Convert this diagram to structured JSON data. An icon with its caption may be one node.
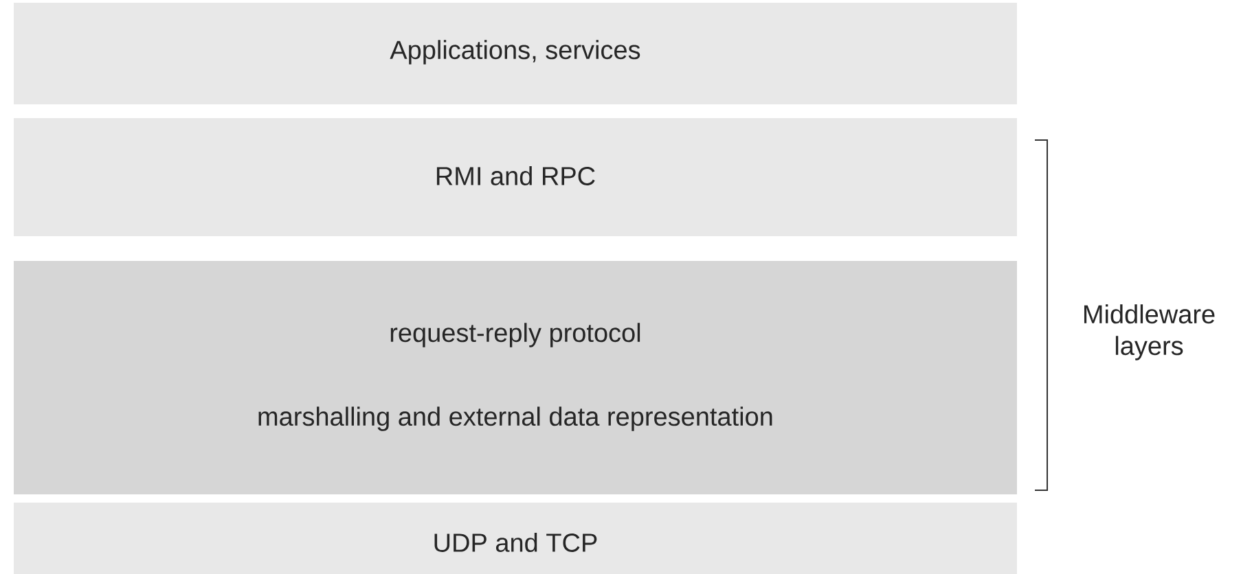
{
  "diagram": {
    "nodes": [
      {
        "text": [
          "Applications, services"
        ]
      },
      {
        "text": [
          "RMI and RPC"
        ]
      },
      {
        "text": [
          "request-reply protocol",
          "marshalling and external data representation"
        ]
      },
      {
        "text": [
          "UDP and TCP"
        ]
      }
    ],
    "labels": [
      "Middleware layers"
    ]
  }
}
